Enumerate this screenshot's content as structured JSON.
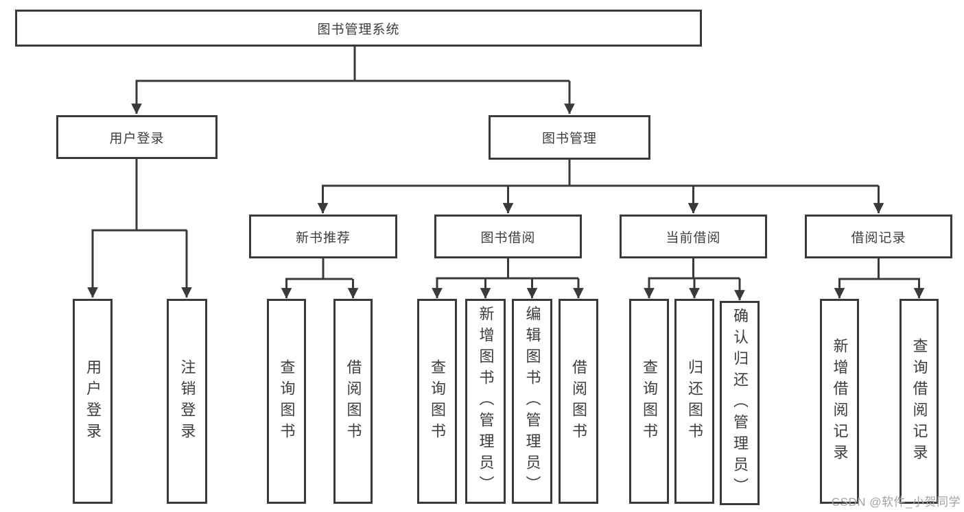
{
  "colors": {
    "line": "#3a3a3a",
    "box_border": "#3a3a3a",
    "text": "#3d3d3d",
    "watermark": "#a2a2a2",
    "background": "#ffffff"
  },
  "diagram": {
    "root": {
      "label": "图书管理系统"
    },
    "level2": {
      "user_login": {
        "label": "用户登录"
      },
      "book_mgmt": {
        "label": "图书管理"
      }
    },
    "level3": {
      "new_books": {
        "label": "新书推荐"
      },
      "borrowing": {
        "label": "图书借阅"
      },
      "current": {
        "label": "当前借阅"
      },
      "records": {
        "label": "借阅记录"
      }
    },
    "leaves": {
      "login": {
        "label": "用户登录"
      },
      "logout": {
        "label": "注销登录"
      },
      "nb_query": {
        "label": "查询图书"
      },
      "nb_borrow": {
        "label": "借阅图书"
      },
      "bw_query": {
        "label": "查询图书"
      },
      "bw_add": {
        "label": "新增图书（管理员）"
      },
      "bw_edit": {
        "label": "编辑图书（管理员）"
      },
      "bw_borrow": {
        "label": "借阅图书"
      },
      "cur_query": {
        "label": "查询图书"
      },
      "cur_return": {
        "label": "归还图书"
      },
      "cur_confirm": {
        "label": "确认归还（管理员）"
      },
      "rec_add": {
        "label": "新增借阅记录"
      },
      "rec_query": {
        "label": "查询借阅记录"
      }
    }
  },
  "watermark": {
    "text": "CSDN @软件_小贺同学"
  }
}
